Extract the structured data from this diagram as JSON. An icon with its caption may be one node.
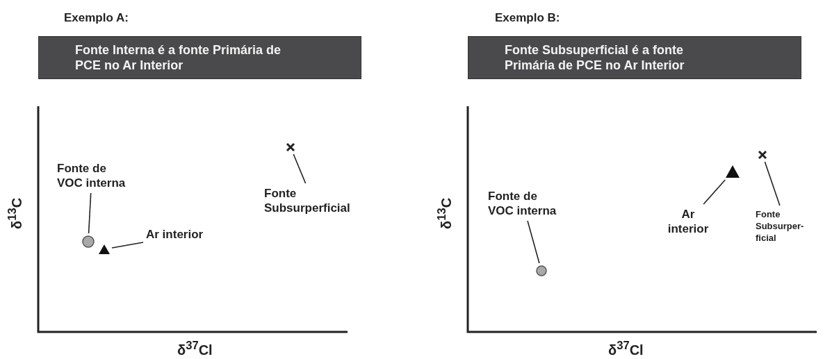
{
  "diagram": {
    "nodes": [
      {
        "text": [
          "Fonte Interna é a fonte Primária de PCE no Ar Interior"
        ]
      },
      {
        "text": [
          "Fonte de VOC interna"
        ]
      },
      {
        "text": [],
        "shape": "circle"
      },
      {
        "text": [
          "Ar interior"
        ]
      },
      {
        "text": [],
        "shape": "triangle"
      },
      {
        "text": [
          "Fonte Subsurperficial"
        ]
      },
      {
        "text": [],
        "shape": "cross"
      },
      {
        "text": [
          "Fonte Subsuperficial é a fonte Primária de PCE no Ar Interior"
        ]
      },
      {
        "text": [
          "Fonte de VOC interna"
        ]
      },
      {
        "text": [],
        "shape": "circle"
      },
      {
        "text": [
          "Ar interior"
        ]
      },
      {
        "text": [],
        "shape": "triangle"
      },
      {
        "text": [
          "Fonte Subsurper-ficial"
        ]
      },
      {
        "text": [],
        "shape": "cross"
      }
    ],
    "edges": [
      {
        "from": 1,
        "to": 2,
        "arrow": "none"
      },
      {
        "from": 3,
        "to": 4,
        "arrow": "none"
      },
      {
        "from": 5,
        "to": 6,
        "arrow": "none"
      },
      {
        "from": 8,
        "to": 9,
        "arrow": "none"
      },
      {
        "from": 10,
        "to": 11,
        "arrow": "none"
      },
      {
        "from": 12,
        "to": 13,
        "arrow": "none"
      }
    ],
    "labels": [
      "Exemplo A:",
      "Exemplo B:",
      "δ$^{13}$C",
      "δ$^{13}$C",
      "δ$^{37}$Cl",
      "δ$^{37}$Cl"
    ]
  }
}
